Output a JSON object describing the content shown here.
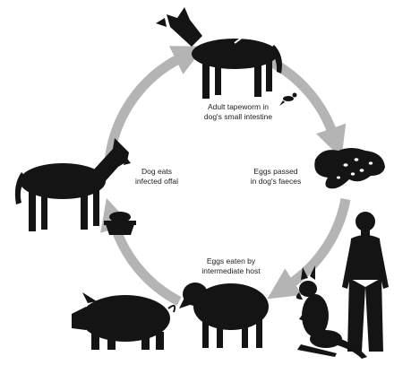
{
  "diagram": {
    "colors": {
      "cycle_arrow": "#b4b4b4",
      "silhouette": "#141414"
    },
    "stages": [
      {
        "id": "adult",
        "lines": [
          "Adult tapeworm in",
          "dog's small intestine"
        ]
      },
      {
        "id": "eggs-passed",
        "lines": [
          "Eggs passed",
          "in dog's faeces"
        ]
      },
      {
        "id": "eggs-eaten",
        "lines": [
          "Eggs eaten by",
          "intermediate host"
        ]
      },
      {
        "id": "dog-eats",
        "lines": [
          "Dog eats",
          "infected offal"
        ]
      }
    ],
    "icons": [
      "dog-icon",
      "tapeworm-icon",
      "feces-icon",
      "human-icon",
      "kangaroo-icon",
      "sheep-icon",
      "pig-icon",
      "offal-bowl-icon",
      "dog-eating-icon"
    ]
  }
}
